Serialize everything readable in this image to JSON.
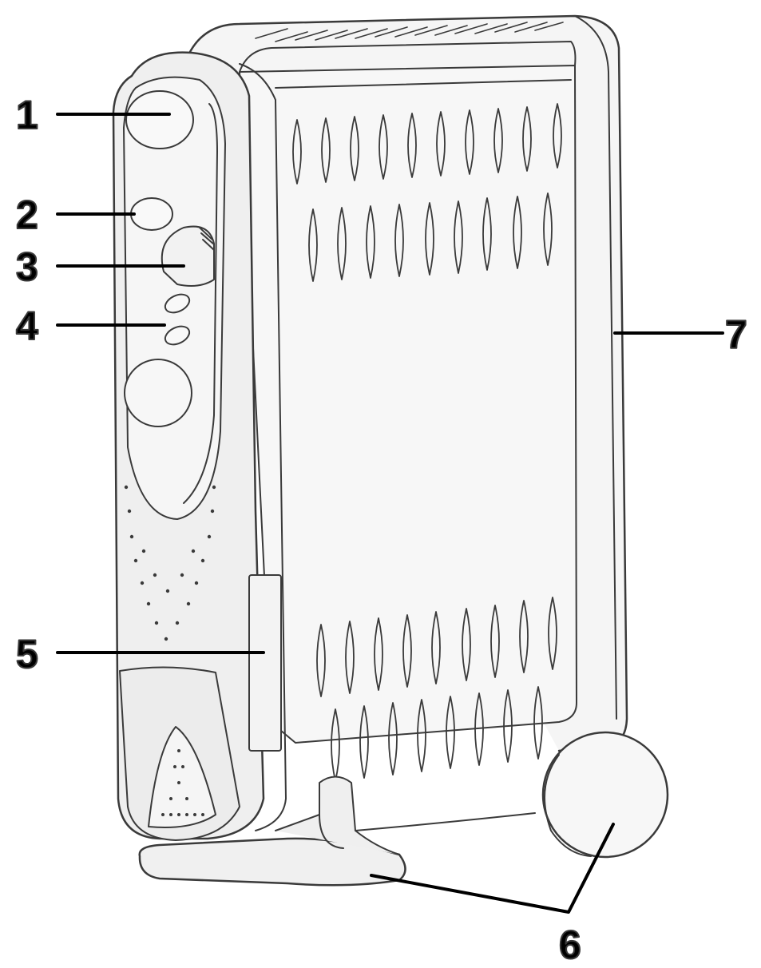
{
  "colors": {
    "ink": "#000000",
    "outline": "#3a3a3a",
    "body_fill": "#f3f3f3",
    "panel_fill": "#ececec",
    "background": "#ffffff"
  },
  "callouts": [
    {
      "id": "1",
      "label": "1"
    },
    {
      "id": "2",
      "label": "2"
    },
    {
      "id": "3",
      "label": "3"
    },
    {
      "id": "4",
      "label": "4"
    },
    {
      "id": "5",
      "label": "5"
    },
    {
      "id": "6",
      "label": "6"
    },
    {
      "id": "7",
      "label": "7"
    }
  ]
}
